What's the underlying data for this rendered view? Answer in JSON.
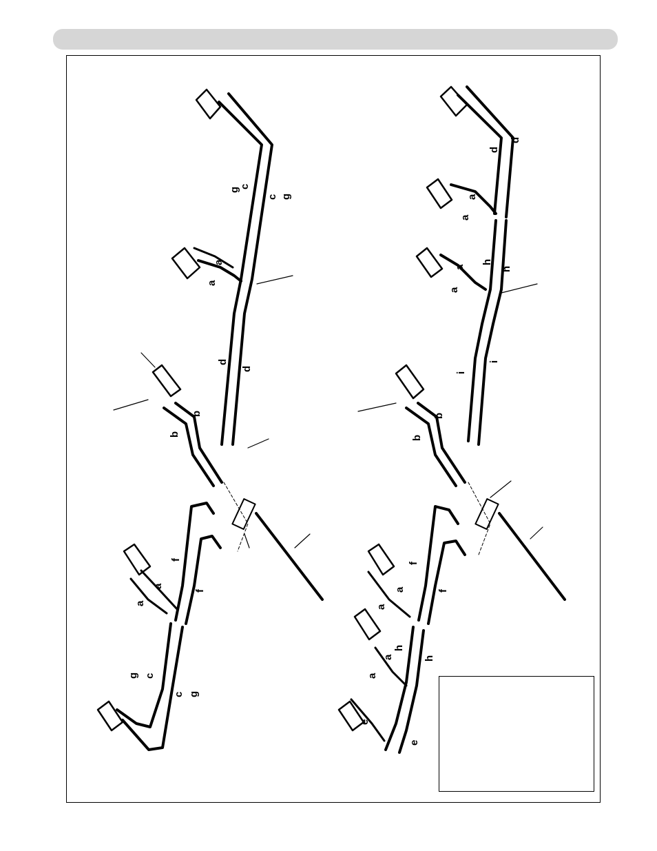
{
  "colors": {
    "header_bar": "#d6d6d6",
    "ink": "#000000"
  },
  "diagram_left": {
    "labels": {
      "g_top_1": "g",
      "c_top_1": "c",
      "c_top_2": "c",
      "g_top_2": "g",
      "a_mid_1": "a",
      "a_mid_2": "a",
      "d_1": "d",
      "d_2": "d",
      "b_1": "b",
      "b_2": "b",
      "f_1": "f",
      "f_2": "f",
      "a_low_1": "a",
      "a_low_2": "a",
      "g_bot_1": "g",
      "c_bot_1": "c",
      "c_bot_2": "c",
      "g_bot_2": "g"
    }
  },
  "diagram_right": {
    "labels": {
      "d_1": "d",
      "d_2": "d",
      "a_top_1": "a",
      "a_top_2": "a",
      "h_top_1": "h",
      "a_mid_1": "a",
      "a_mid_2": "a",
      "h_top_2": "h",
      "i_1": "i",
      "i_2": "i",
      "b_1": "b",
      "b_2": "b",
      "f_1": "f",
      "f_2": "f",
      "a_low_1": "a",
      "a_low_2": "a",
      "h_low_1": "h",
      "a_low_3": "a",
      "a_low_4": "a",
      "h_low_2": "h",
      "e_1": "e",
      "e_2": "e"
    }
  }
}
